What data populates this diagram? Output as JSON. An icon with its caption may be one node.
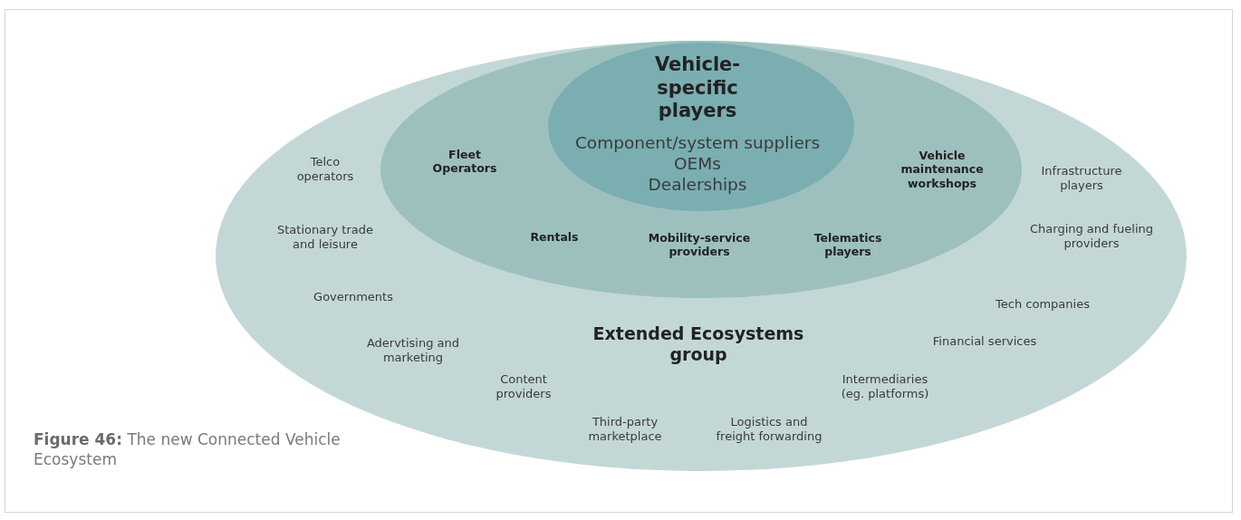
{
  "diagram": {
    "caption": "**Figure 46:** The new Connected Vehicle Ecosystem",
    "nodes": [
      {
        "text": [
          "Extended Ecosystems group",
          "Telco operators",
          "Stationary trade and leisure",
          "Governments",
          "Adervtising and marketing",
          "Content providers",
          "Third-party marketplace",
          "Logistics and freight forwarding",
          "Intermediaries (eg. platforms)",
          "Financial services",
          "Tech companies",
          "Infrastructure players",
          "Charging and fueling providers"
        ]
      },
      {
        "text": [
          "Fleet Operators",
          "Rentals",
          "Mobility-service providers",
          "Telematics players",
          "Vehicle maintenance workshops"
        ],
        "in": 0
      },
      {
        "text": [
          "Vehicle-specific players",
          "Component/system suppliers",
          "OEMs",
          "Dealerships"
        ],
        "in": 1
      }
    ]
  }
}
